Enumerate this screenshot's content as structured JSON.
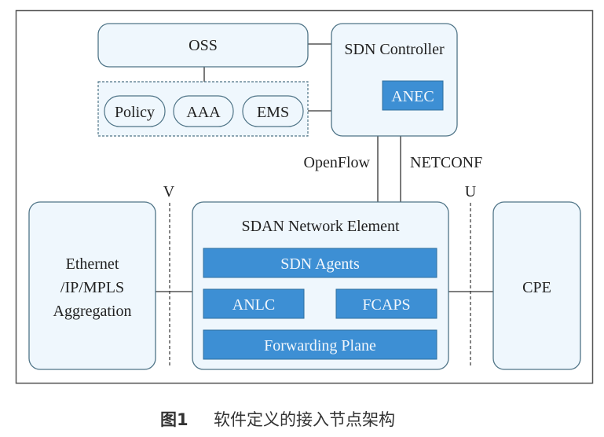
{
  "colors": {
    "box_fill": "#eff7fd",
    "box_stroke": "#4f7487",
    "module_fill": "#3d8fd4",
    "module_stroke": "#2f6f9e",
    "line": "#333333",
    "frame": "#555555"
  },
  "nodes": {
    "oss": "OSS",
    "policy": "Policy",
    "aaa": "AAA",
    "ems": "EMS",
    "sdn_controller": "SDN Controller",
    "anec": "ANEC",
    "sdan_network_element": "SDAN Network Element",
    "sdn_agents": "SDN Agents",
    "anlc": "ANLC",
    "fcaps": "FCAPS",
    "forwarding_plane": "Forwarding Plane",
    "aggregation_lines": [
      "Ethernet",
      "/IP/MPLS",
      "Aggregation"
    ],
    "cpe": "CPE"
  },
  "interfaces": {
    "openflow": "OpenFlow",
    "netconf": "NETCONF",
    "v": "V",
    "u": "U"
  },
  "edges": [
    {
      "from": "oss",
      "to": "sdn_controller"
    },
    {
      "from": "oss",
      "to": "policy-aaa-ems-group"
    },
    {
      "from": "policy-aaa-ems-group",
      "to": "sdn_controller"
    },
    {
      "from": "sdn_controller",
      "to": "sdan_network_element",
      "label": "OpenFlow"
    },
    {
      "from": "sdn_controller",
      "to": "sdan_network_element",
      "label": "NETCONF"
    },
    {
      "from": "aggregation",
      "to": "sdan_network_element",
      "interface": "V"
    },
    {
      "from": "sdan_network_element",
      "to": "cpe",
      "interface": "U"
    }
  ],
  "caption": {
    "figure_label": "图1",
    "text": "软件定义的接入节点架构"
  }
}
